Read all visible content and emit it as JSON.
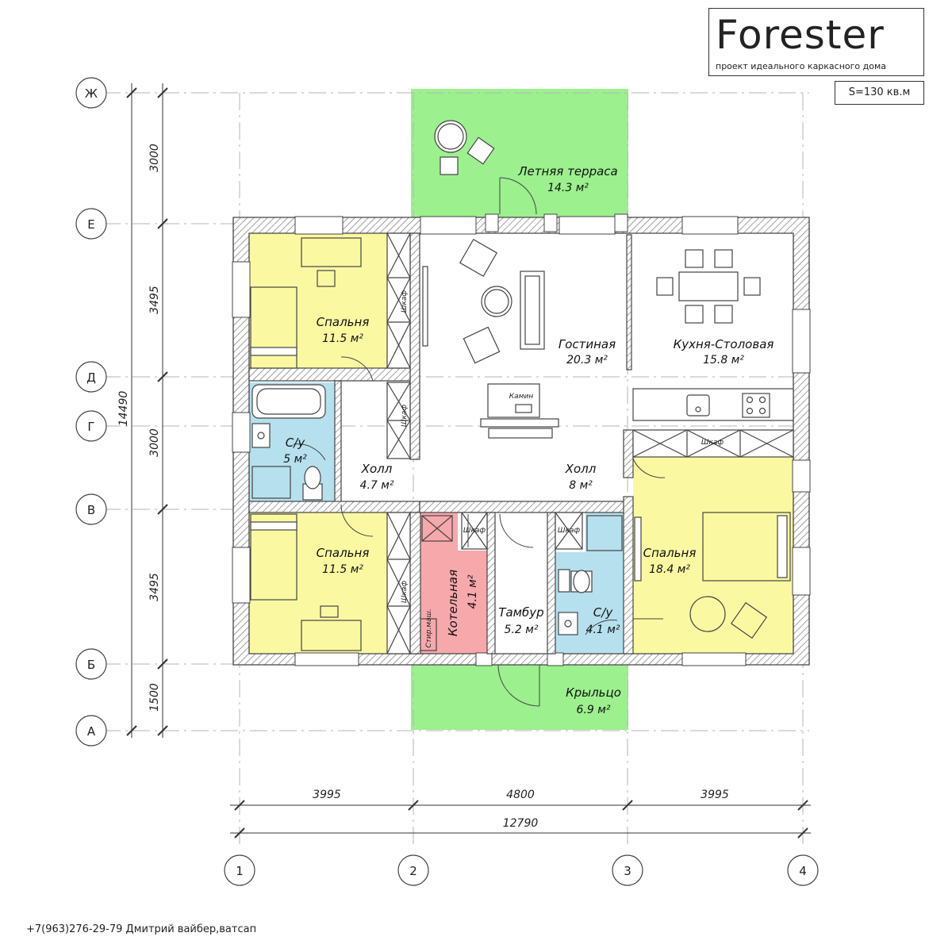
{
  "brand": {
    "title": "Forester",
    "subtitle": "проект идеального каркасного дома",
    "area": "S=130 кв.м"
  },
  "contacts": "+7(963)276-29-79 Дмитрий вайбер,ватсап",
  "row_axes": [
    "Ж",
    "Е",
    "Д",
    "Г",
    "В",
    "Б",
    "А"
  ],
  "col_axes": [
    "1",
    "2",
    "3",
    "4"
  ],
  "vertical_dims": [
    "3000",
    "3495",
    "3000",
    "3495",
    "1500"
  ],
  "vertical_total": "14490",
  "horizontal_dims": [
    "3995",
    "4800",
    "3995"
  ],
  "horizontal_total": "12790",
  "rooms": {
    "terrace": {
      "name": "Летняя терраса",
      "area": "14.3 м²"
    },
    "bedroom_top": {
      "name": "Спальня",
      "area": "11.5 м²"
    },
    "living": {
      "name": "Гостиная",
      "area": "20.3 м²"
    },
    "kitchen": {
      "name": "Кухня-Столовая",
      "area": "15.8 м²"
    },
    "bath_left": {
      "name": "С/у",
      "area": "5 м²"
    },
    "hall_left": {
      "name": "Холл",
      "area": "4.7 м²"
    },
    "hall_main": {
      "name": "Холл",
      "area": "8 м²"
    },
    "bedroom_bottom": {
      "name": "Спальня",
      "area": "11.5 м²"
    },
    "boiler": {
      "name": "Котельная",
      "area": "4.1 м²"
    },
    "vestibule": {
      "name": "Тамбур",
      "area": "5.2 м²"
    },
    "bath_right": {
      "name": "С/у",
      "area": "4.1 м²"
    },
    "bedroom_master": {
      "name": "Спальня",
      "area": "18.4 м²"
    },
    "porch": {
      "name": "Крыльцо",
      "area": "6.9 м²"
    }
  },
  "labels": {
    "wardrobe": "Шкаф",
    "fireplace": "Камин",
    "washer": "Стир.маш."
  },
  "colors": {
    "bedroom": "#fbf8a2",
    "bathroom": "#b6e0ee",
    "boiler": "#f7a8ab",
    "terrace": "#9cf08e",
    "wall_hatch": "#8c8c8c"
  }
}
